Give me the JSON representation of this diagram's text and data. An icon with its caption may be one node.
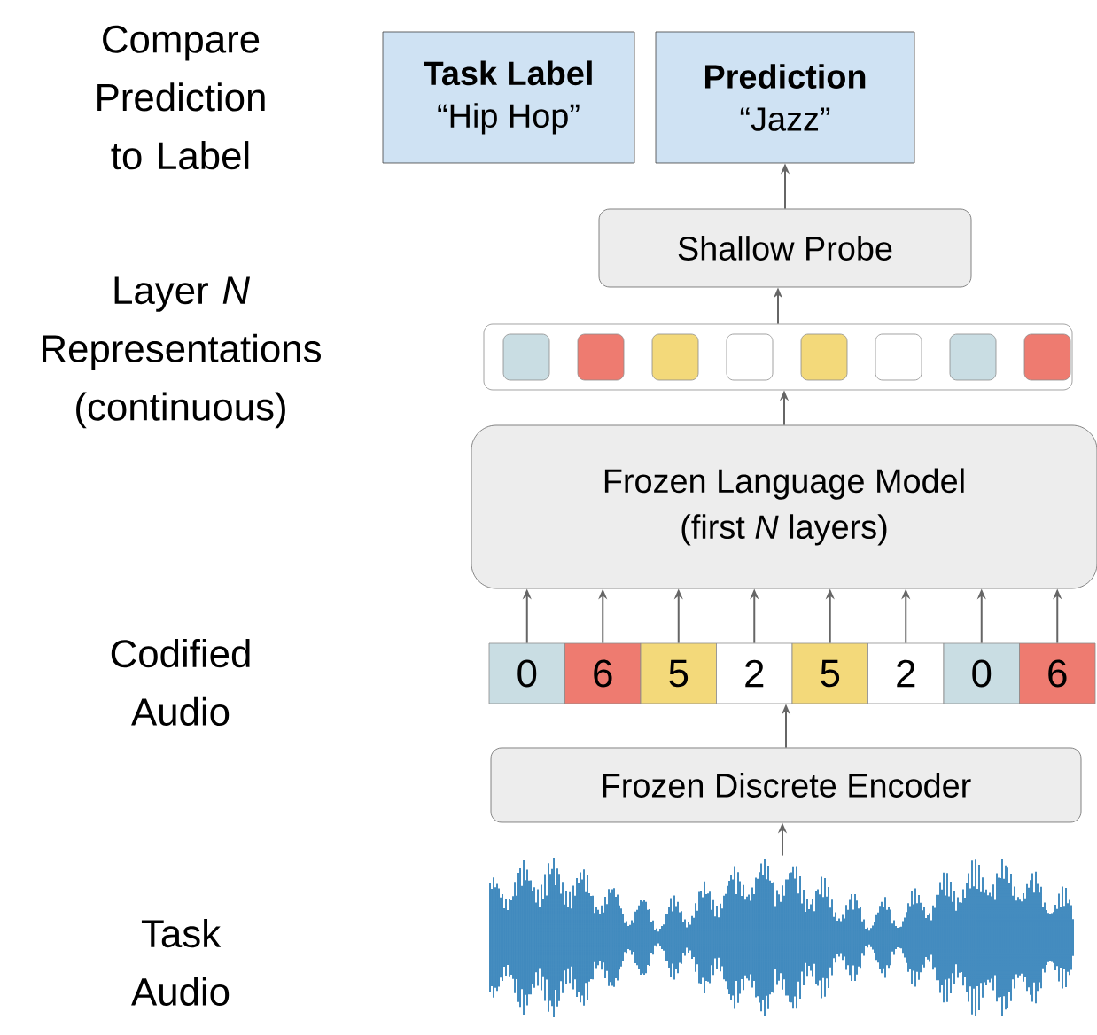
{
  "diagram": {
    "nodes": [
      {
        "text": [
          "Task Label",
          "“Hip Hop”"
        ]
      },
      {
        "text": [
          "Prediction",
          "“Jazz”"
        ]
      },
      {
        "text": [
          "Shallow Probe"
        ]
      },
      {
        "text": [],
        "shape": "box"
      },
      {
        "text": [],
        "shape": "box",
        "in": 3
      },
      {
        "text": [],
        "shape": "box",
        "in": 3
      },
      {
        "text": [],
        "shape": "box",
        "in": 3
      },
      {
        "text": [],
        "shape": "box",
        "in": 3
      },
      {
        "text": [],
        "shape": "box",
        "in": 3
      },
      {
        "text": [],
        "shape": "box",
        "in": 3
      },
      {
        "text": [],
        "shape": "box",
        "in": 3
      },
      {
        "text": [],
        "shape": "box",
        "in": 3
      },
      {
        "text": [
          "Frozen Language Model",
          "(first *N* layers)"
        ]
      },
      {
        "text": [
          "0"
        ]
      },
      {
        "text": [
          "6"
        ]
      },
      {
        "text": [
          "5"
        ]
      },
      {
        "text": [
          "2"
        ]
      },
      {
        "text": [
          "5"
        ]
      },
      {
        "text": [
          "2"
        ]
      },
      {
        "text": [
          "0"
        ]
      },
      {
        "text": [
          "6"
        ]
      },
      {
        "text": [
          "Frozen Discrete Encoder"
        ]
      },
      {
        "text": [],
        "shape": "picture"
      }
    ],
    "edges": [
      {
        "from": 22,
        "to": 21,
        "arrow": "to"
      },
      {
        "from": 21,
        "to": 16,
        "arrow": "to"
      },
      {
        "from": 13,
        "to": 12,
        "arrow": "to"
      },
      {
        "from": 14,
        "to": 12,
        "arrow": "to"
      },
      {
        "from": 15,
        "to": 12,
        "arrow": "to"
      },
      {
        "from": 16,
        "to": 12,
        "arrow": "to"
      },
      {
        "from": 17,
        "to": 12,
        "arrow": "to"
      },
      {
        "from": 18,
        "to": 12,
        "arrow": "to"
      },
      {
        "from": 19,
        "to": 12,
        "arrow": "to"
      },
      {
        "from": 20,
        "to": 12,
        "arrow": "to"
      },
      {
        "from": 12,
        "to": 3,
        "arrow": "to"
      },
      {
        "from": 3,
        "to": 2,
        "arrow": "to"
      },
      {
        "from": 2,
        "to": 1,
        "arrow": "to"
      }
    ],
    "labels": [
      "Compare Prediction to Label",
      "Layer *N* Representations (continuous)",
      "Codified Audio",
      "Task Audio"
    ]
  }
}
